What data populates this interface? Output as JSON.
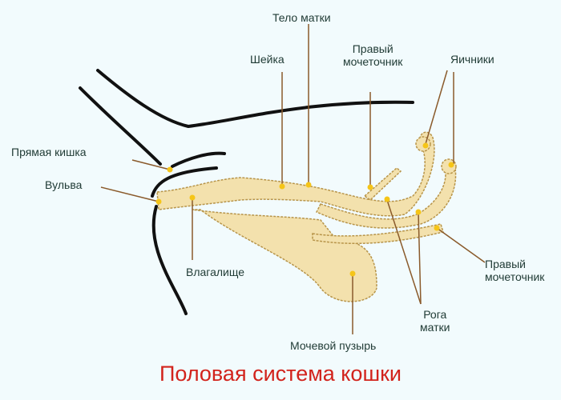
{
  "labels": {
    "body_uterus": "Тело матки",
    "cervix": "Шейка",
    "right_ureter_top_1": "Правый",
    "right_ureter_top_2": "мочеточник",
    "ovaries": "Яичники",
    "rectum": "Прямая кишка",
    "vulva": "Вульва",
    "vagina": "Влагалище",
    "bladder": "Мочевой пузырь",
    "horns_1": "Рога",
    "horns_2": "матки",
    "right_ureter_bottom_1": "Правый",
    "right_ureter_bottom_2": "мочеточник"
  },
  "title": "Половая система кошки",
  "colors": {
    "organ": "#f3e1ad",
    "outline": "#b8954a",
    "dot": "#f5c518",
    "leader": "#8a5a2b",
    "title": "#d2231c"
  }
}
